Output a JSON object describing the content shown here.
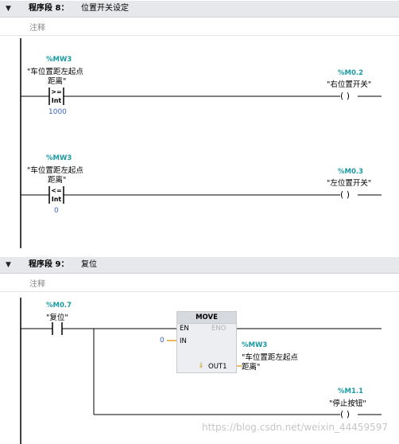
{
  "segments": [
    {
      "number": "程序段 8：",
      "title": "位置开关设定",
      "comment": "注释",
      "rungs": [
        {
          "compare": {
            "address": "%MW3",
            "symbol_line1": "\"车位置距左起点",
            "symbol_line2": "距离\"",
            "operator": ">=",
            "type": "Int",
            "value": "1000"
          },
          "coil": {
            "address": "%M0.2",
            "symbol": "\"右位置开关\"",
            "glyph": "( )"
          }
        },
        {
          "compare": {
            "address": "%MW3",
            "symbol_line1": "\"车位置距左起点",
            "symbol_line2": "距离\"",
            "operator": "<=",
            "type": "Int",
            "value": "0"
          },
          "coil": {
            "address": "%M0.3",
            "symbol": "\"左位置开关\"",
            "glyph": "( )"
          }
        }
      ]
    },
    {
      "number": "程序段 9：",
      "title": "复位",
      "comment": "注释",
      "contact": {
        "address": "%M0.7",
        "symbol": "\"复位\""
      },
      "move": {
        "title": "MOVE",
        "en": "EN",
        "eno": "ENO",
        "in": "IN",
        "in_value": "0",
        "out": "OUT1",
        "out_address": "%MW3",
        "out_symbol_line1": "\"车位置距左起点",
        "out_symbol_line2": "距离\""
      },
      "coil": {
        "address": "%M1.1",
        "symbol": "\"停止按钮\"",
        "glyph": "( )"
      }
    }
  ],
  "icons": {
    "collapse": "collapse-triangle-icon",
    "out_marker": "out-arrow-icon"
  },
  "watermark": "https://blog.csdn.net/weixin_44459597",
  "colors": {
    "address": "#1a9aa0",
    "value": "#3a64c8",
    "header": "#e6e8eb"
  }
}
